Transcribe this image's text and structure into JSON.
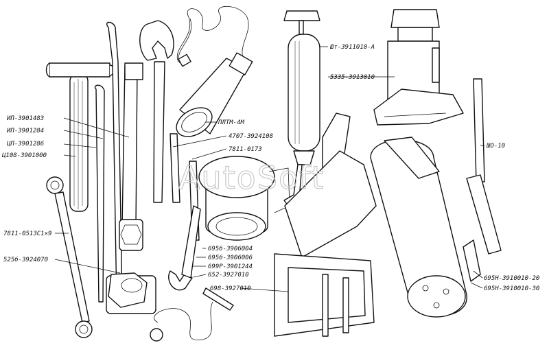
{
  "watermark": "AutoSoft",
  "labels": {
    "ip_3901483": "ИП-3901483",
    "ip_3901284": "ИП-3901284",
    "tsp_3901286": "ЦП-3901286",
    "ts108_3901000": "Ц108-3901000",
    "w7811_0513c1x9": "7811-0513С1×9",
    "w525b_3924070": "525б-3924070",
    "ptm_4m": "ПЛТМ-4М",
    "n4707_3924108": "4707-3924108",
    "n7811_0173": "7811-0173",
    "n695b_3906004": "695б-3906004",
    "n695b_3906006": "695б-3906006",
    "n699r_3901244": "699Р-3901244",
    "n652_3927010": "652-3927010",
    "n698_3927010": "698-3927010",
    "sht_3911010a": "Шт-3911010-А",
    "n5335_3913010": "5335-3913010",
    "sho_10": "ШО-10",
    "n695n_20": "695Н-3910010-20",
    "n695n_30": "695Н-3910010-30"
  }
}
